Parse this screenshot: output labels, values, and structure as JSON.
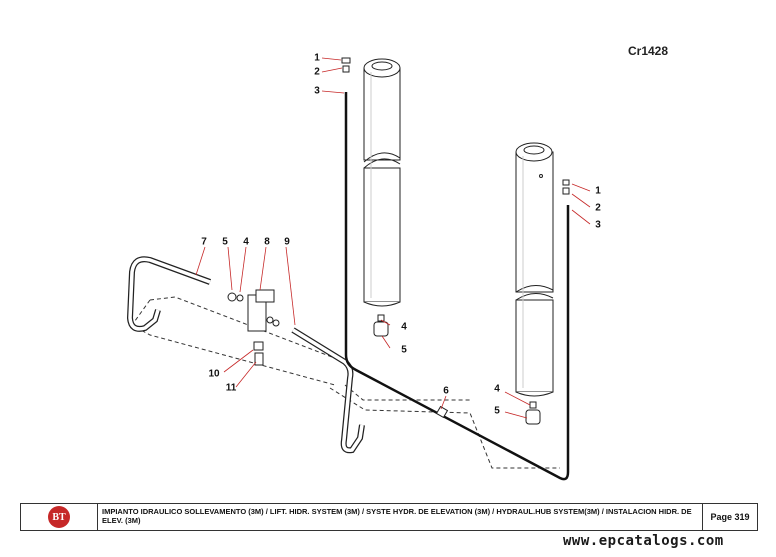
{
  "drawing_code": "Cr1428",
  "callouts": {
    "left_cylinder": [
      "1",
      "2",
      "3"
    ],
    "right_cylinder": [
      "1",
      "2",
      "3"
    ],
    "valve": [
      "7",
      "5",
      "4",
      "8",
      "9"
    ],
    "valve_bottom": [
      "10",
      "11"
    ],
    "left_base": [
      "4",
      "5"
    ],
    "right_base": [
      "4",
      "5"
    ],
    "hose_fitting": "6"
  },
  "footer": {
    "logo_text": "BT",
    "description": "IMPIANTO IDRAULICO SOLLEVAMENTO (3M) / LIFT. HIDR. SYSTEM (3M) / SYSTE HYDR. DE ELEVATION (3M) / HYDRAUL.HUB SYSTEM(3M) / INSTALACION HIDR. DE ELEV. (3M)",
    "page": "Page 319"
  },
  "watermark": "www.epcatalogs.com"
}
